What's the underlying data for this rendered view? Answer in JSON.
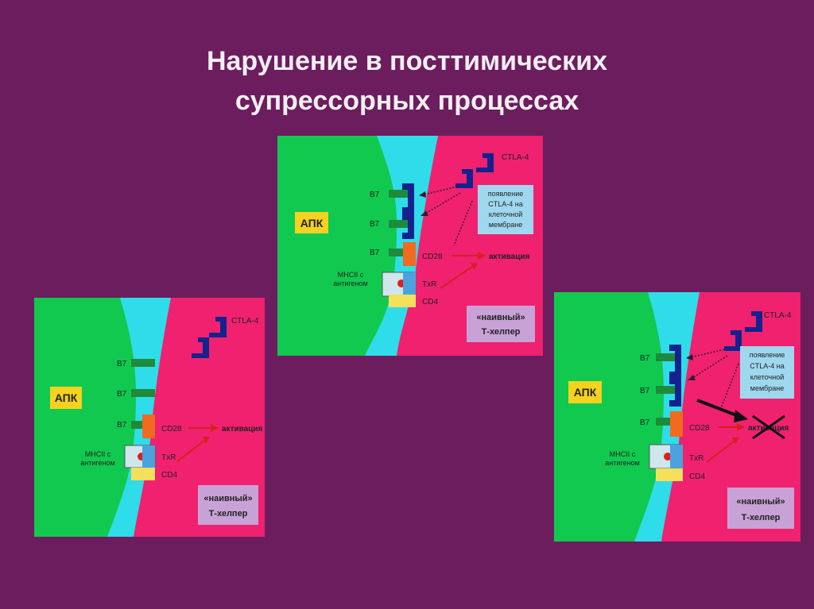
{
  "slide": {
    "title_line1": "Нарушение в посттимических",
    "title_line2": "супрессорных процессах"
  },
  "diagram": {
    "apc": "АПК",
    "b7": "B7",
    "mhc_line1": "МНСII с",
    "mhc_line2": "антигеном",
    "ctla4": "CTLA-4",
    "cd28": "CD28",
    "activation": "активация",
    "txr": "TxR",
    "cd4": "CD4",
    "naive_line1": "«наивный»",
    "naive_line2": "Т-хелпер",
    "ctla4_note_line1": "появление",
    "ctla4_note_line2": "CTLA-4 на",
    "ctla4_note_line3": "клеточной",
    "ctla4_note_line4": "мембране"
  },
  "colors": {
    "background": "#6c1d5e",
    "apc_cell": "#11c94f",
    "t_cell": "#f0216f",
    "gap": "#2fdcea",
    "b7": "#1f8b3a",
    "ctla4": "#14228f",
    "cd28": "#f26a1e",
    "label_box_yellow": "#f4d21f",
    "naive_box": "#c8a1d6",
    "note_box": "#9fd7ef",
    "arrow_red": "#d62020"
  }
}
